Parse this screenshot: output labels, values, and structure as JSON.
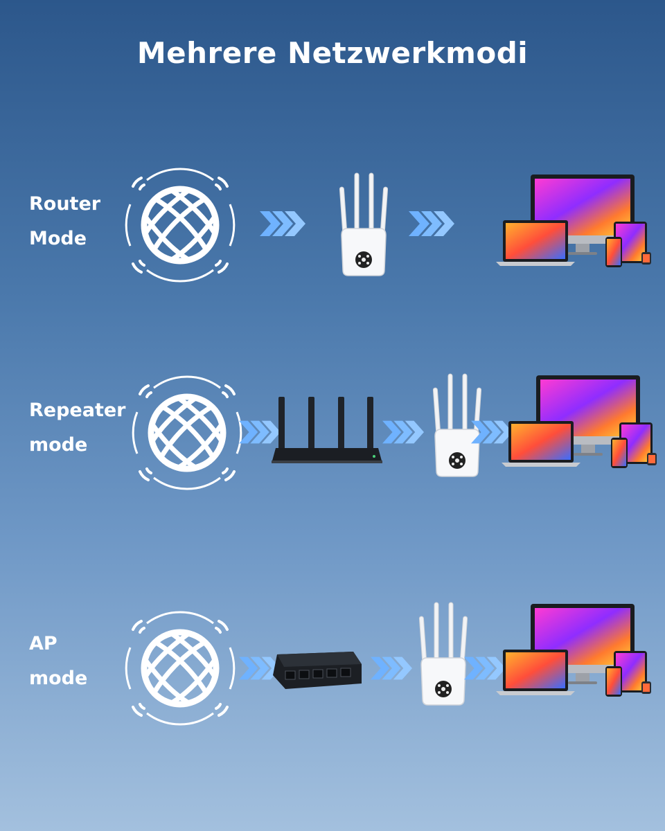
{
  "title": "Mehrere Netzwerkmodi",
  "modes": [
    {
      "line1": "Router",
      "line2": "Mode"
    },
    {
      "line1": "Repeater",
      "line2": "mode"
    },
    {
      "line1": "AP",
      "line2": "mode"
    }
  ],
  "icons": [
    "globe-icon",
    "chevrons-right-icon",
    "repeater-icon",
    "router-icon",
    "switch-icon",
    "devices-icon"
  ],
  "colors": {
    "arrow": "#6fb2ff",
    "text": "#ffffff",
    "device_dark": "#1f2329"
  }
}
